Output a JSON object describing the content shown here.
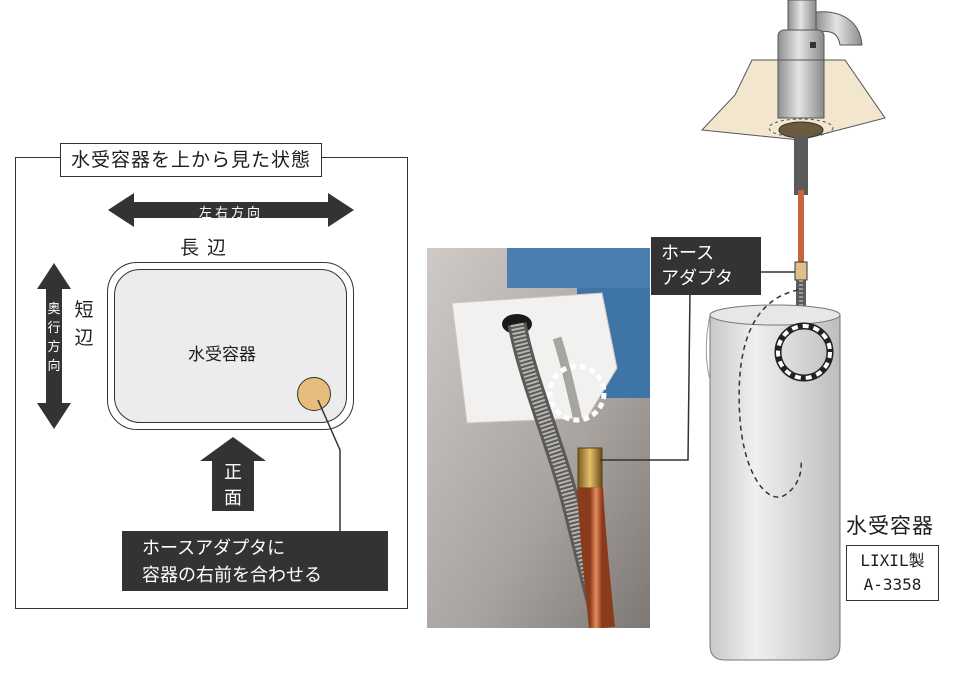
{
  "top_view": {
    "title": "水受容器を上から見た状態",
    "left_right_direction": "左右方向",
    "long_side": "長辺",
    "depth_direction": "奥行方向",
    "short_side": "短辺",
    "basin_label": "水受容器",
    "front": "正面",
    "instruction": [
      "ホースアダプタに",
      "容器の右前を合わせる"
    ]
  },
  "hose_adapter_label": [
    "ホース",
    "アダプタ"
  ],
  "container": {
    "label": "水受容器",
    "maker": "LIXIL製",
    "model": "A-3358"
  },
  "colors": {
    "dark_fill": "#333333",
    "adapter_tan": "#e6bd7c",
    "basin_gray": "#ececec",
    "hose_copper": "#c8643c"
  }
}
